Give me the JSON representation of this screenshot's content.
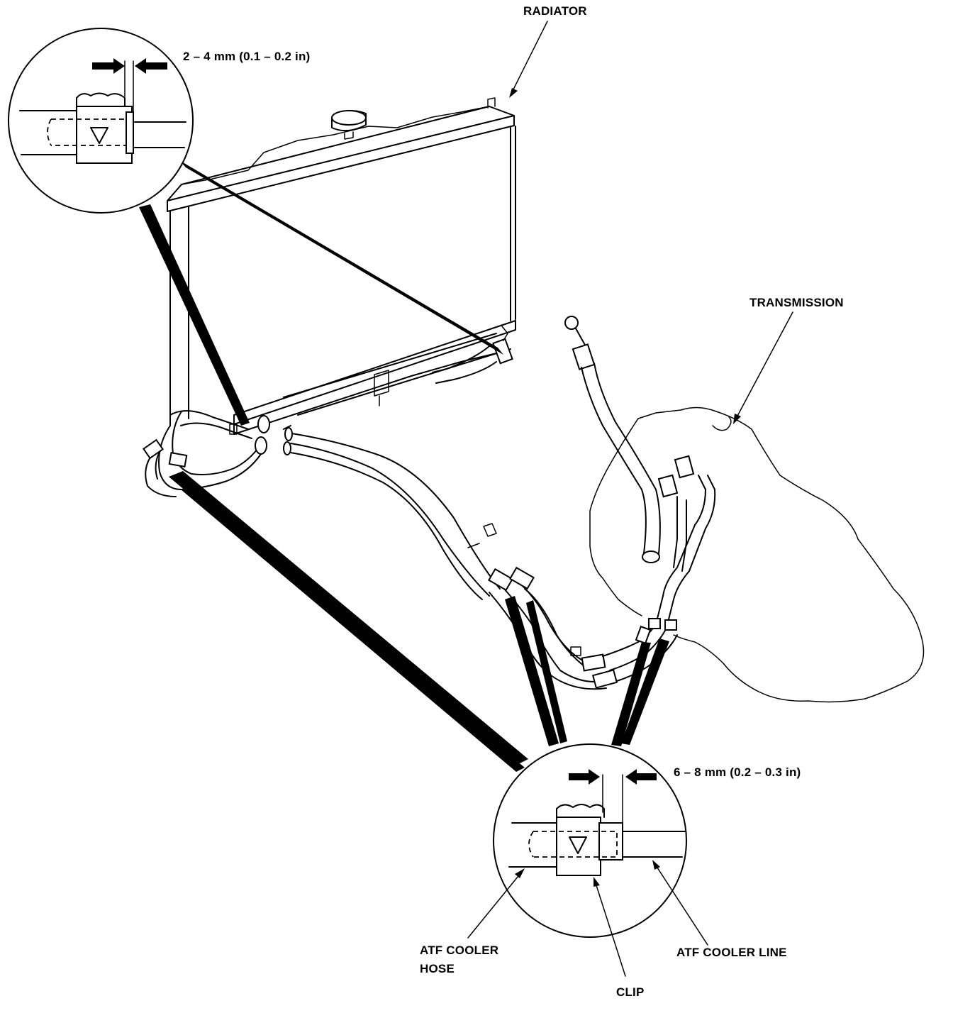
{
  "labels": {
    "radiator": "RADIATOR",
    "transmission": "TRANSMISSION",
    "top_gap": "2 – 4 mm (0.1 – 0.2 in)",
    "bottom_gap": "6 – 8 mm (0.2 – 0.3 in)",
    "atf_cooler_hose_line1": "ATF COOLER",
    "atf_cooler_hose_line2": "HOSE",
    "clip": "CLIP",
    "atf_cooler_line": "ATF COOLER LINE"
  },
  "colors": {
    "ink": "#000000",
    "paper": "#ffffff"
  }
}
